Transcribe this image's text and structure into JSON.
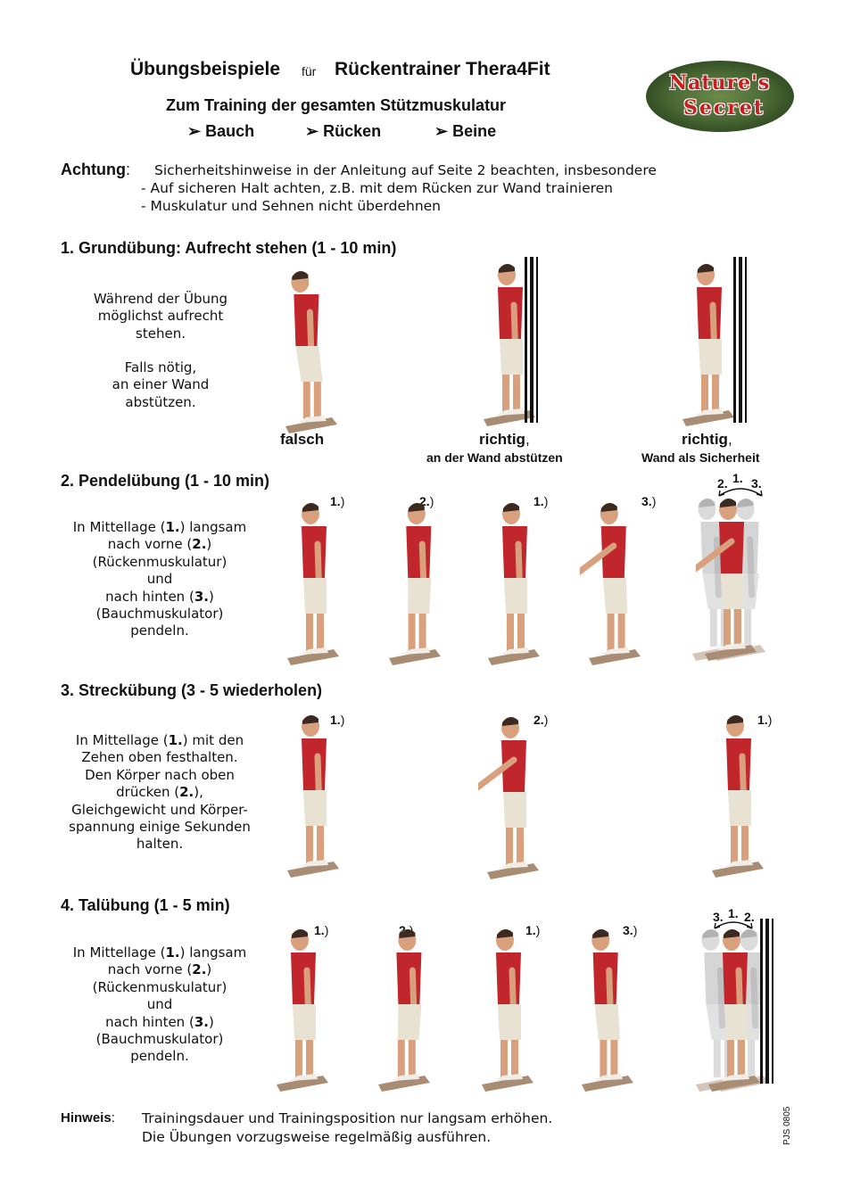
{
  "header": {
    "title_left": "Übungsbeispiele",
    "title_fuer": "für",
    "title_right": "Rückentrainer Thera4Fit",
    "subtitle": "Zum Training der gesamten Stützmuskulatur",
    "bullets": [
      "Bauch",
      "Rücken",
      "Beine"
    ],
    "logo_line1": "Nature's",
    "logo_line2": "Secret"
  },
  "warning": {
    "label": "Achtung",
    "colon": ":",
    "line1": "Sicherheitshinweise in der Anleitung auf Seite 2 beachten, insbesondere",
    "line2": "-  Auf sicheren Halt achten, z.B. mit dem Rücken zur Wand trainieren",
    "line3": "-  Muskulatur und Sehnen nicht überdehnen"
  },
  "section1": {
    "heading": "1. Grundübung: Aufrecht stehen  (1 - 10 min)",
    "text1": [
      "Während der Übung",
      "möglichst aufrecht",
      "stehen."
    ],
    "text2": [
      "Falls  nötig,",
      "an einer Wand",
      "abstützen."
    ],
    "label_falsch": "falsch",
    "label_richtig1": "richtig",
    "label_richtig1_sub": "an der Wand abstützen",
    "label_richtig2": "richtig",
    "label_richtig2_sub": "Wand  als  Sicherheit",
    "comma": ","
  },
  "section2": {
    "heading": "2. Pendelübung  (1 - 10 min)",
    "text": [
      "In Mittellage (1.) langsam",
      "nach vorne (2.)",
      "(Rückenmuskulatur)",
      "und",
      "nach hinten (3.)",
      "(Bauchmuskulator)",
      "pendeln."
    ],
    "steps": [
      "1.",
      "2.",
      "1.",
      "3."
    ],
    "arc_labels": [
      "2.",
      "1.",
      "3."
    ]
  },
  "section3": {
    "heading": "3. Streckübung  (3 - 5 wiederholen)",
    "text": [
      "In Mittellage (1.) mit den",
      "Zehen oben festhalten.",
      "Den Körper nach oben",
      "drücken (2.),",
      "Gleichgewicht und Körper-",
      "spannung einige Sekunden",
      "halten."
    ],
    "steps": [
      "1.",
      "2.",
      "1."
    ]
  },
  "section4": {
    "heading": "4. Talübung    (1 - 5 min)",
    "text": [
      "In Mittellage (1.) langsam",
      "nach vorne (2.)",
      "(Rückenmuskulatur)",
      "und",
      "nach hinten (3.)",
      "(Bauchmuskulator)",
      "pendeln."
    ],
    "steps": [
      "1.",
      "2.",
      "1.",
      "3."
    ],
    "arc_labels": [
      "3.",
      "1.",
      "2."
    ]
  },
  "footer": {
    "label": "Hinweis",
    "colon": ":",
    "line1": "Trainingsdauer und Trainingsposition nur langsam erhöhen.",
    "line2": "Die Übungen vorzugsweise regelmäßig ausführen.",
    "code": "PJS 0805"
  },
  "colors": {
    "shirt": "#c0262c",
    "shorts": "#e8e2d2",
    "skin": "#d9a07e",
    "board": "#a88c74",
    "logo_text": "#c81e1e"
  }
}
